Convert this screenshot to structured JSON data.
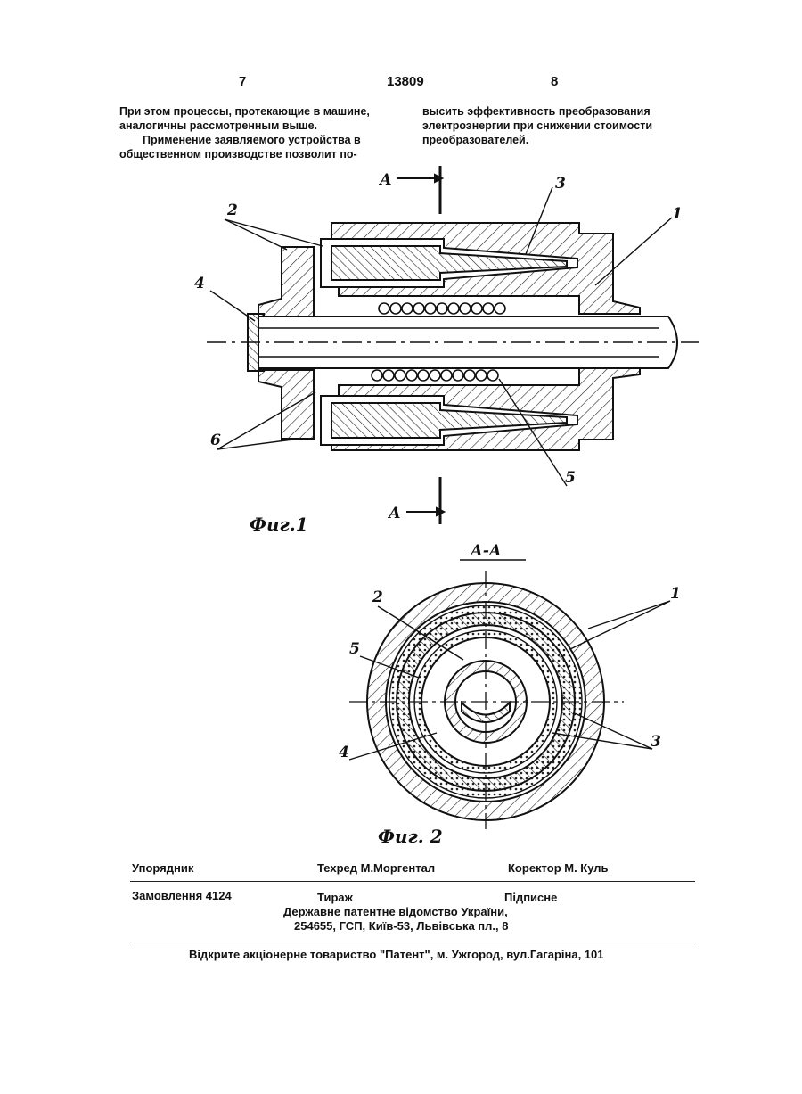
{
  "header": {
    "left_page": "7",
    "patent_number": "13809",
    "right_page": "8"
  },
  "text": {
    "left": [
      "При этом процессы, протекающие в машине,",
      "аналогичны рассмотренным выше.",
      "Применение заявляемого устройства в",
      "общественном производстве позволит по-"
    ],
    "right": [
      "высить эффективность преобразования",
      "электроэнергии при снижении стоимости",
      "преобразователей."
    ]
  },
  "figure1": {
    "caption": "Фиг.1",
    "section_mark_top": "А",
    "section_mark_bottom": "А",
    "labels": {
      "l1": "1",
      "l2": "2",
      "l3": "3",
      "l4": "4",
      "l5": "5",
      "l6": "6"
    }
  },
  "figure2": {
    "section_title": "А-А",
    "caption": "Фиг. 2",
    "labels": {
      "l1": "1",
      "l2": "2",
      "l3": "3",
      "l4": "4",
      "l5": "5"
    }
  },
  "footer": {
    "compiler": "Упорядник",
    "tech_editor": "Техред М.Моргентал",
    "corrector": "Коректор М. Куль",
    "order": "Замовлення 4124",
    "circulation": "Тираж",
    "subscription": "Підписне",
    "office_line1": "Державне патентне відомство України,",
    "office_line2": "254655, ГСП, Київ-53, Львівська пл., 8",
    "publisher": "Відкрите акціонерне товариство \"Патент\", м. Ужгород, вул.Гагаріна, 101"
  }
}
